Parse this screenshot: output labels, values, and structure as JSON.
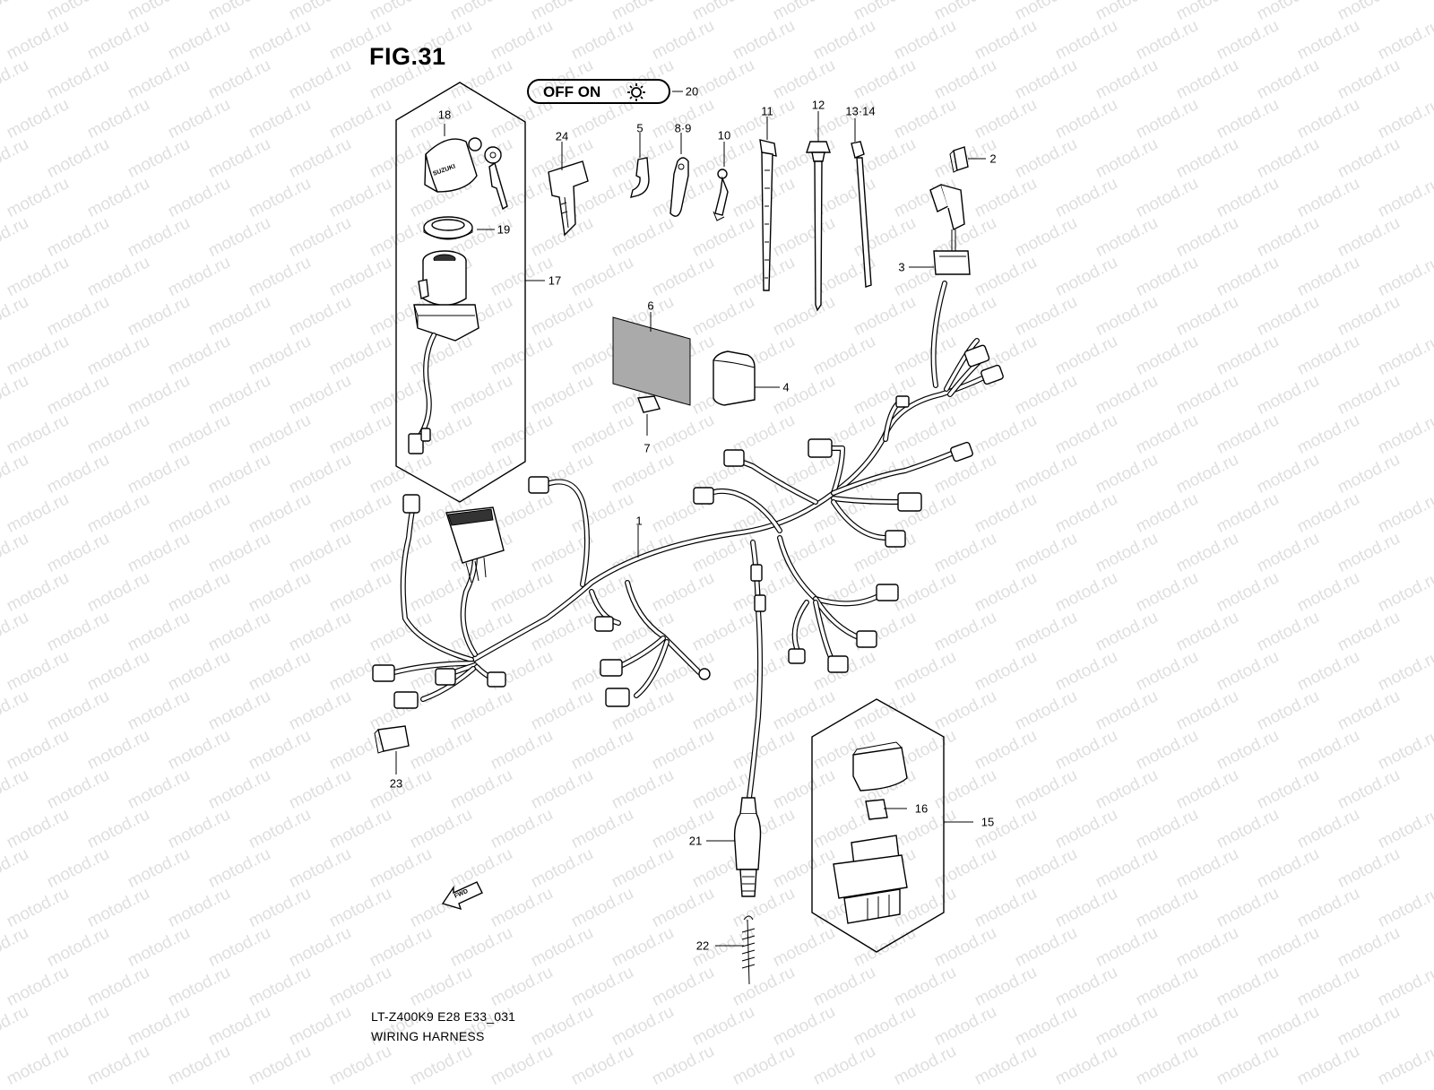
{
  "figure_title": "FIG.31",
  "footer": {
    "model_code": "LT-Z400K9 E28 E33_031",
    "diagram_name": "WIRING HARNESS"
  },
  "legend": {
    "label": "OFF ON",
    "icon": "light-bulb-icon"
  },
  "watermark": "motod.ru",
  "direction_marker": "FWD",
  "key_brand": "SUZUKI",
  "callouts": [
    "20",
    "18",
    "24",
    "5",
    "8·9",
    "10",
    "11",
    "12",
    "13·14",
    "2",
    "19",
    "3",
    "17",
    "6",
    "4",
    "7",
    "1",
    "23",
    "16",
    "15",
    "21",
    "22"
  ]
}
